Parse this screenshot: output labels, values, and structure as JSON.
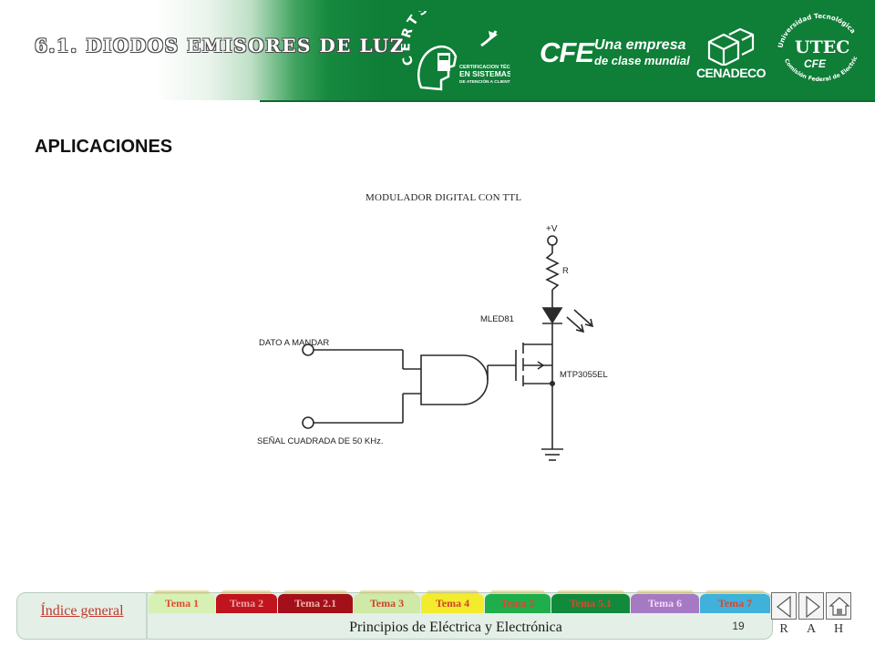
{
  "header": {
    "title": "6.1. DIODOS EMISORES DE LUZ",
    "logos": {
      "certsac": {
        "arc": "CERTSAC",
        "line1": "CERTIFICACION TÉCNICA",
        "line2": "EN SISTEMAS",
        "line3": "DE ATENCIÓN A CLIENTES"
      },
      "cfe": {
        "mark": "CFE",
        "tagline1": "Una empresa",
        "tagline2": "de clase mundial"
      },
      "cenadeco": {
        "name": "CENADECO"
      },
      "utec": {
        "arc_top": "Universidad Tecnológica",
        "arc_bottom": "Comisión Federal de Electricidad",
        "mark": "UTEC",
        "sub": "CFE"
      }
    },
    "colors": {
      "band": "#0f7e37",
      "title_outline": "#4a4a4a"
    }
  },
  "section": {
    "title": "APLICACIONES"
  },
  "figure": {
    "title": "MODULADOR DIGITAL CON TTL",
    "labels": {
      "vplus": "+V",
      "resistor": "R",
      "led": "MLED81",
      "transistor": "MTP3055EL",
      "input_a": "DATO A MANDAR",
      "input_b": "SEÑAL CUADRADA DE 50 KHz."
    },
    "icons": [
      "resistor-icon",
      "led-icon",
      "and-gate-icon",
      "mosfet-icon",
      "ground-icon"
    ]
  },
  "footer": {
    "index_link": "Índice general",
    "course_title": "Principios de Eléctrica y Electrónica",
    "page_number": "19",
    "tabs": [
      {
        "label": "Tema 1",
        "bg": "#d7f0b4",
        "fg": "#e14a2e"
      },
      {
        "label": "Tema 2",
        "bg": "#c0141e",
        "fg": "#f1a0a0"
      },
      {
        "label": "Tema 2.1",
        "bg": "#a3101a",
        "fg": "#f2b0a8"
      },
      {
        "label": "Tema 3",
        "bg": "#cfe9a6",
        "fg": "#d0442c"
      },
      {
        "label": "Tema 4",
        "bg": "#f3ec2c",
        "fg": "#d0442c"
      },
      {
        "label": "Tema 5",
        "bg": "#1fae4c",
        "fg": "#e0442c"
      },
      {
        "label": "Tema 5.1",
        "bg": "#128a3c",
        "fg": "#e0442c"
      },
      {
        "label": "Tema 6",
        "bg": "#a57ac2",
        "fg": "#f4d6ff"
      },
      {
        "label": "Tema 7",
        "bg": "#3fb1da",
        "fg": "#e0442c"
      }
    ],
    "nav": {
      "back_icon": "triangle-left-icon",
      "forward_icon": "triangle-right-icon",
      "home_icon": "home-icon",
      "letters": [
        "R",
        "A",
        "H"
      ]
    }
  }
}
